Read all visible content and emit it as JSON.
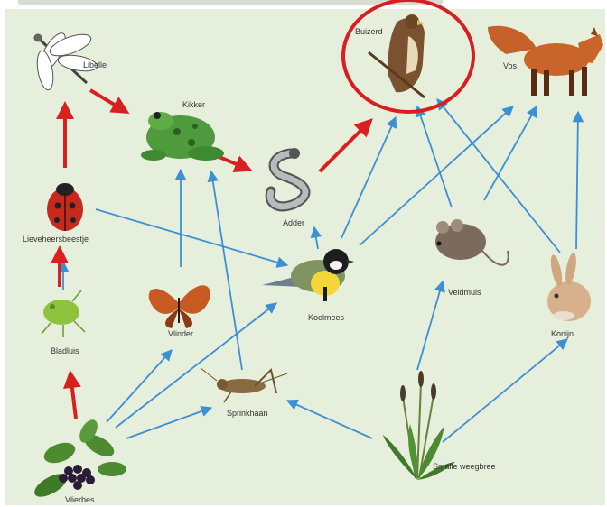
{
  "diagram": {
    "nodes": [
      {
        "id": "libelle",
        "label": "Libelle",
        "icon": "dragonfly-icon"
      },
      {
        "id": "kikker",
        "label": "Kikker",
        "icon": "frog-icon"
      },
      {
        "id": "buizerd",
        "label": "Buizerd",
        "icon": "buzzard-icon"
      },
      {
        "id": "vos",
        "label": "Vos",
        "icon": "fox-icon"
      },
      {
        "id": "lieveheersbeestje",
        "label": "Lieveheersbeestje",
        "icon": "ladybug-icon"
      },
      {
        "id": "adder",
        "label": "Adder",
        "icon": "snake-icon"
      },
      {
        "id": "veldmuis",
        "label": "Veldmuis",
        "icon": "mouse-icon"
      },
      {
        "id": "koolmees",
        "label": "Koolmees",
        "icon": "great-tit-icon"
      },
      {
        "id": "konijn",
        "label": "Konijn",
        "icon": "rabbit-icon"
      },
      {
        "id": "bladluis",
        "label": "Bladluis",
        "icon": "aphid-icon"
      },
      {
        "id": "vlinder",
        "label": "Vlinder",
        "icon": "butterfly-icon"
      },
      {
        "id": "sprinkhaan",
        "label": "Sprinkhaan",
        "icon": "grasshopper-icon"
      },
      {
        "id": "vlierbes",
        "label": "Vlierbes",
        "icon": "elderberry-icon"
      },
      {
        "id": "smalle-weegbree",
        "label": "Smalle weegbree",
        "icon": "ribwort-plantain-icon"
      }
    ],
    "highlighted_chain": [
      "bladluis",
      "lieveheersbeestje",
      "libelle",
      "kikker",
      "adder",
      "buizerd"
    ],
    "highlighted_node": "buizerd",
    "colors": {
      "background": "#e6efdc",
      "normal_arrow": "#3d8fd4",
      "chain_arrow": "#d92020",
      "highlight_circle": "#d81e1e"
    }
  }
}
